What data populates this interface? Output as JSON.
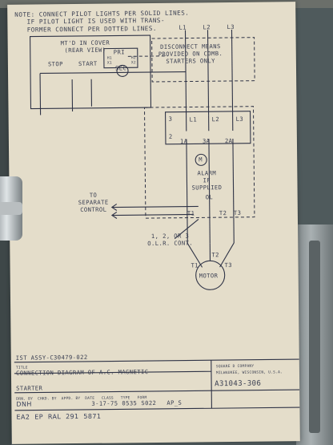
{
  "note": "NOTE: CONNECT PILOT LIGHTS PER SOLID LINES.\n   IF PILOT LIGHT IS USED WITH TRANS-\n   FORMER CONNECT PER DOTTED LINES.",
  "lines": {
    "l1": "L1",
    "l2": "L2",
    "l3": "L3"
  },
  "cover_label": "MT'D IN COVER\n(REAR VIEW)",
  "pushbuttons": {
    "stop": "STOP",
    "start": "START"
  },
  "transformer": {
    "pri": "PRI",
    "sec": "SEC",
    "h1": "H1",
    "h2": "H2",
    "x1": "X1",
    "x2": "X2"
  },
  "disconnect": "DISCONNECT MEANS\nPROVIDED ON COMB.\nSTARTERS ONLY",
  "terminals": [
    "3",
    "2",
    "1A",
    "3A",
    "2A",
    "M",
    "L1",
    "L2",
    "L3"
  ],
  "alarm": "ALARM\nIF\nSUPPLIED",
  "ol": "OL",
  "to_control": "TO\nSEPARATE\nCONTROL",
  "olr": "1, 2, OR 3\nO.L.R. CONT.",
  "load_terminals": {
    "t1": "T1",
    "t2": "T2",
    "t3": "T3"
  },
  "motor": "MOTOR",
  "title_block": {
    "assy": "IST ASSY-C30479-022",
    "title_hdr": "TITLE",
    "title": "CONNECTION DIAGRAM OF A.C. MAGNETIC",
    "title2": "STARTER",
    "company": "SQUARE D COMPANY",
    "company_sub": "MILWAUKEE, WISCONSIN, U.S.A.",
    "hdrs": "DRN. BY  CHKD. BY  APPD. BY  DATE   CLASS   TYPE   FORM",
    "drn": "DNH",
    "date": "3-17-75",
    "class": "0535",
    "type": "S022",
    "form": "AP_S",
    "doc_no": "A31043-306",
    "rev": "EA2  EP  RAL  291  5871"
  }
}
